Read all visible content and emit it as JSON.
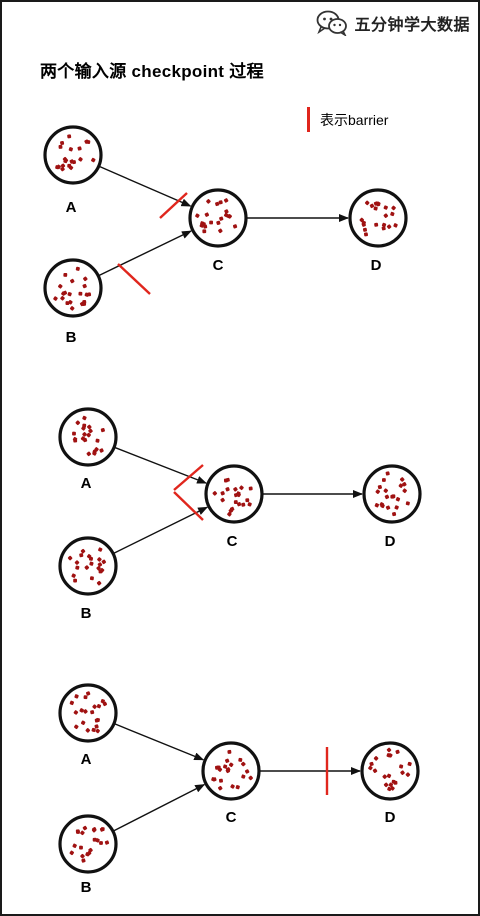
{
  "brand": {
    "icon": "wechat-icon",
    "text": "五分钟学大数据"
  },
  "title": "两个输入源 checkpoint 过程",
  "legend": {
    "text": "表示barrier",
    "color": "#e0261d"
  },
  "colors": {
    "barrier": "#e0261d",
    "dots": "#a01212",
    "stroke": "#111111"
  },
  "stages": [
    {
      "nodes": {
        "A": "A",
        "B": "B",
        "C": "C",
        "D": "D"
      },
      "barriers": [
        "A→C",
        "B→C"
      ]
    },
    {
      "nodes": {
        "A": "A",
        "B": "B",
        "C": "C",
        "D": "D"
      },
      "barriers": [
        "A→C",
        "B→C"
      ]
    },
    {
      "nodes": {
        "A": "A",
        "B": "B",
        "C": "C",
        "D": "D"
      },
      "barriers": [
        "C→D"
      ]
    }
  ]
}
